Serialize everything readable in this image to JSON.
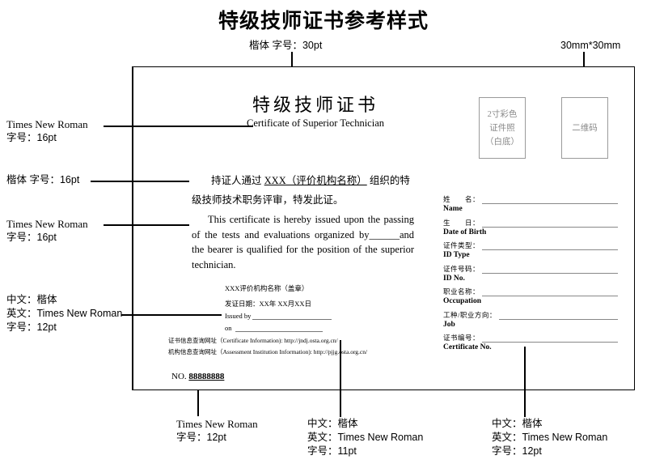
{
  "page": {
    "title": "特级技师证书参考样式"
  },
  "annotations": {
    "top_center": "楷体 字号：30pt",
    "top_right": "30mm*30mm",
    "left_1": {
      "line1": "Times New Roman",
      "line2": "字号：16pt"
    },
    "left_2": {
      "line1": "楷体 字号：16pt"
    },
    "left_3": {
      "line1": "Times New Roman",
      "line2": "字号：16pt"
    },
    "left_4": {
      "line1": "中文：楷体",
      "line2": "英文：Times New Roman",
      "line3": "字号：12pt"
    },
    "bottom_1": {
      "line1": "Times New Roman",
      "line2": "字号：12pt"
    },
    "bottom_2": {
      "line1": "中文：楷体",
      "line2": "英文：Times New Roman",
      "line3": "字号：11pt"
    },
    "bottom_3": {
      "line1": "中文：楷体",
      "line2": "英文：Times New Roman",
      "line3": "字号：12pt"
    }
  },
  "certificate": {
    "title_cn": "特级技师证书",
    "title_en": "Certificate of Superior Technician",
    "body_cn_pre": "持证人通过 ",
    "body_cn_underline": "XXX（评价机构名称）",
    "body_cn_post": " 组织的特级技师技术职务评审，特发此证。",
    "body_en": "This certificate is hereby issued upon the passing of the tests and evaluations organized by______and the bearer is qualified for the position of the superior technician.",
    "issuer": {
      "org": "XXX评价机构名称（盖章）",
      "date_cn": "发证日期：XX年 XX月XX日",
      "issued_by_label": "Issued by",
      "on_label": "on"
    },
    "urls": {
      "cert_info": "证书信息查询网址（Certificate Information): http://jndj.osta.org.cn/",
      "inst_info": "机构信息查询网址（Assessment Institution Information): http://pjjg.osta.org.cn/"
    },
    "cert_no_label": "NO.",
    "cert_no_value": "88888888",
    "photo_box": {
      "line1": "2寸彩色",
      "line2": "证件照",
      "line3": "（白底）"
    },
    "qr_box": {
      "line1": "二维码"
    },
    "fields": [
      {
        "cn": "姓　　名：",
        "en": "Name"
      },
      {
        "cn": "生　　日：",
        "en": "Date of Birth"
      },
      {
        "cn": "证件类型：",
        "en": "ID Type"
      },
      {
        "cn": "证件号码：",
        "en": "ID No."
      },
      {
        "cn": "职业名称：",
        "en": "Occupation"
      },
      {
        "cn": "工种/职业方向：",
        "en": "Job"
      },
      {
        "cn": "证书编号：",
        "en": "Certificate No."
      }
    ]
  }
}
